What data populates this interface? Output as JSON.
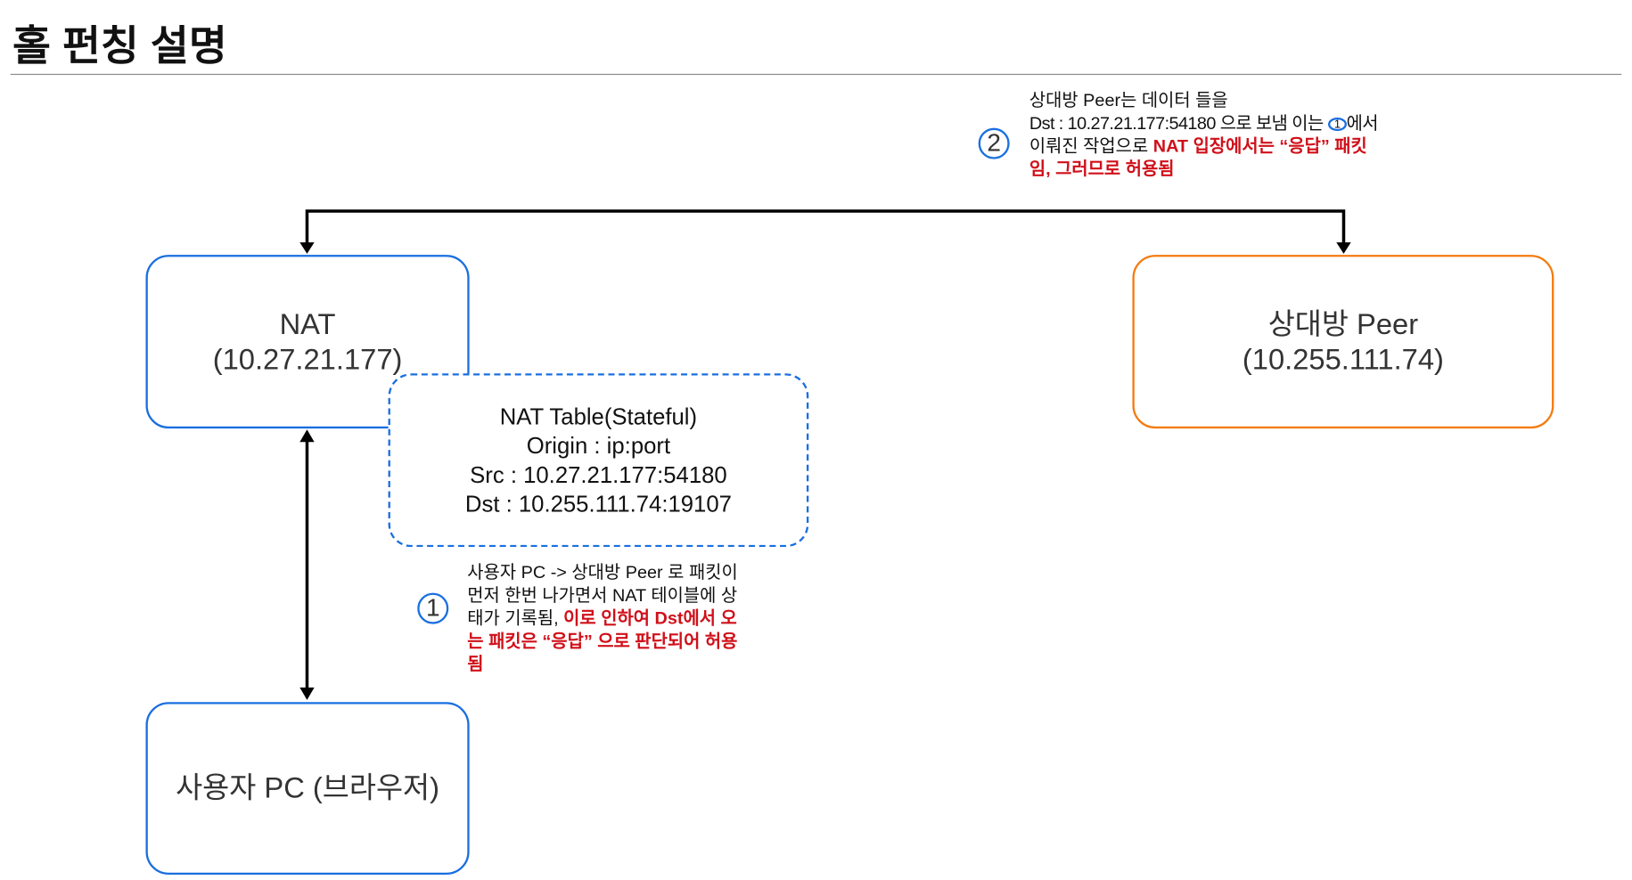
{
  "title": "홀 펀칭 설명",
  "nodes": {
    "nat": {
      "label": "NAT",
      "ip": "(10.27.21.177)"
    },
    "peer": {
      "label": "상대방 Peer",
      "ip": "(10.255.111.74)"
    },
    "user_pc": {
      "label": "사용자 PC (브라우저)"
    }
  },
  "nat_table": {
    "title": "NAT Table(Stateful)",
    "origin": "Origin : ip:port",
    "src": "Src : 10.27.21.177:54180",
    "dst": "Dst : 10.255.111.74:19107"
  },
  "note1": {
    "number": "1",
    "line1": "사용자 PC -> 상대방 Peer 로 패킷이",
    "line2": "먼저 한번 나가면서 NAT 테이블에 상",
    "line3_plain": "태가 기록됨, ",
    "line3_red": "이로 인하여 Dst에서 오",
    "line4_red": "는 패킷은 “응답” 으로 판단되어 허용",
    "line5_red": "됨"
  },
  "note2": {
    "number": "2",
    "line1": "상대방 Peer는 데이터 들을",
    "line2_a": "Dst : 10.27.21.177:54180 으로 보냄 이는 ",
    "line2_ref": "1",
    "line2_b": "에서",
    "line3_plain": "이뤄진 작업으로 ",
    "line3_red": "NAT 입장에서는 “응답” 패킷",
    "line4_red": "임, 그러므로 허용됨"
  },
  "colors": {
    "blue": "#1a6fe0",
    "orange": "#f47c12",
    "red": "#d0101a"
  }
}
